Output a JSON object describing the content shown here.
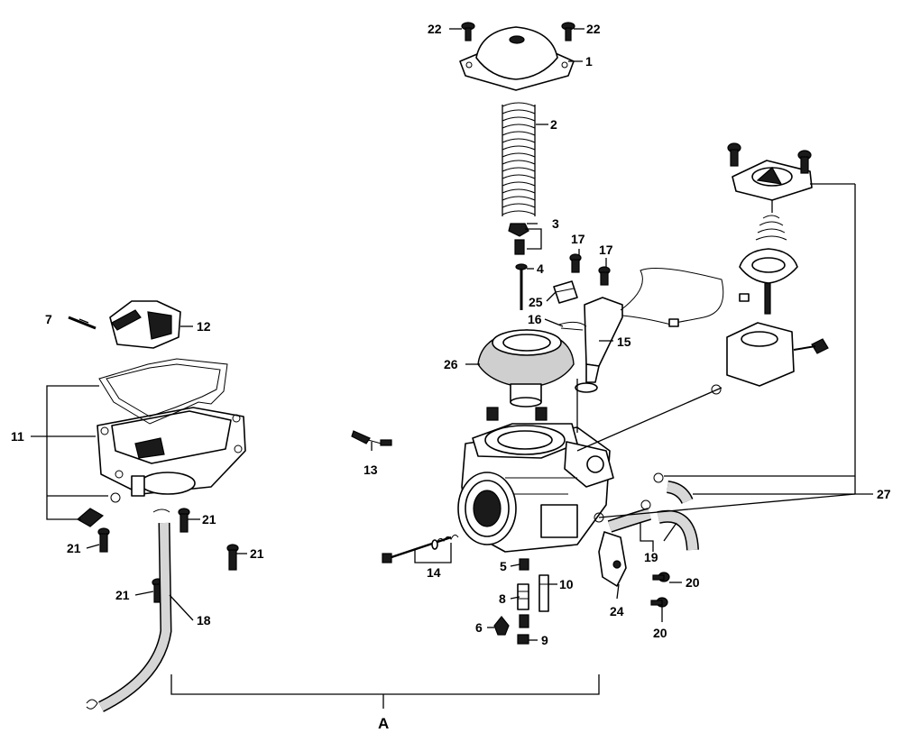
{
  "callouts": {
    "c1": "1",
    "c2": "2",
    "c3": "3",
    "c4": "4",
    "c5": "5",
    "c6": "6",
    "c7": "7",
    "c8": "8",
    "c9": "9",
    "c10": "10",
    "c11": "11",
    "c12": "12",
    "c13": "13",
    "c14": "14",
    "c15": "15",
    "c16": "16",
    "c17a": "17",
    "c17b": "17",
    "c18": "18",
    "c19": "19",
    "c20a": "20",
    "c20b": "20",
    "c21a": "21",
    "c21b": "21",
    "c21c": "21",
    "c21d": "21",
    "c22a": "22",
    "c22b": "22",
    "c24": "24",
    "c25": "25",
    "c26": "26",
    "c27": "27",
    "cA": "A"
  }
}
